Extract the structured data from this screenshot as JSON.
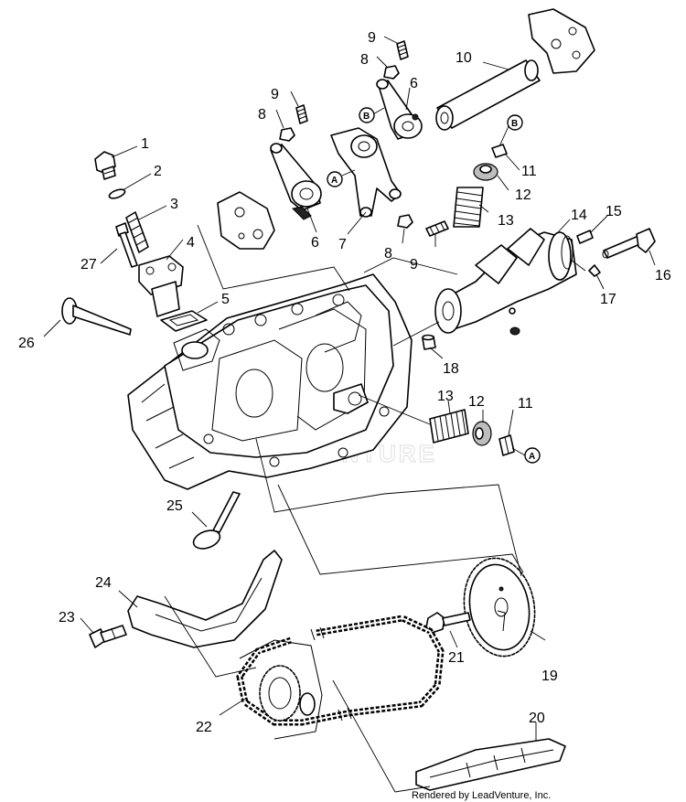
{
  "diagram": {
    "callouts": [
      "1",
      "2",
      "3",
      "4",
      "5",
      "6",
      "7",
      "8",
      "9",
      "10",
      "11",
      "12",
      "13",
      "14",
      "15",
      "16",
      "17",
      "18",
      "19",
      "20",
      "21",
      "22",
      "23",
      "24",
      "25",
      "26",
      "27"
    ],
    "reference_marks": [
      "A",
      "B"
    ],
    "watermark": "LEADVENTURE",
    "credit": "Rendered by LeadVenture, Inc."
  }
}
